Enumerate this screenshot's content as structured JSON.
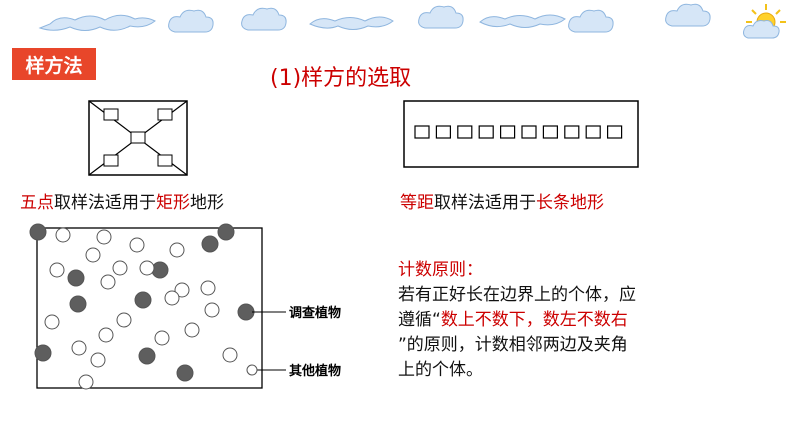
{
  "section_tag": "样方法",
  "heading": "(1)样方的选取",
  "five_point": {
    "caption_red1": "五点",
    "caption_mid": "取样法适用于",
    "caption_red2": "矩形",
    "caption_end": "地形",
    "square_count": 5
  },
  "equidistant": {
    "caption_red1": "等距",
    "caption_mid": "取样法适用于",
    "caption_red2": "长条地形",
    "square_count": 10
  },
  "counting_rule": {
    "heading": "计数原则：",
    "line1": "若有正好长在边界上的个体，应",
    "line2_a": "遵循“",
    "line2_red": "数上不数下，数左不数右",
    "line3": "”的原则，计数相邻两边及夹角",
    "line4": "上的个体。"
  },
  "legend": {
    "target_plant": "调查植物",
    "other_plant": "其他植物"
  },
  "colors": {
    "accent_red": "#cc0000",
    "tag_bg": "#e8462a",
    "target_plant": "#5e5e5e",
    "other_plant": "#ffffff"
  }
}
